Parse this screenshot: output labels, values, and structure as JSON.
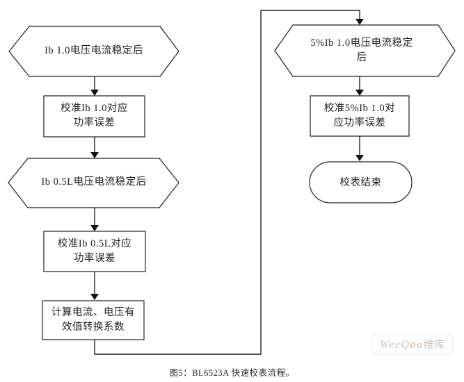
{
  "flowchart": {
    "left_column": {
      "hex_ib10": "Ib 1.0电压电流稳定后",
      "rect_cal_ib10": "校准Ib 1.0对应\n功率误差",
      "hex_ib05l": "Ib 0.5L电压电流稳定后",
      "rect_cal_ib05l": "校准Ib 0.5L对应\n功率误差",
      "rect_rms": "计算电流、电压有\n效值转换系数"
    },
    "right_column": {
      "hex_5pct_ib10": "5%Ib 1.0电压电流稳定\n后",
      "rect_cal_5pct": "校准5%Ib 1.0对\n应功率误差",
      "terminator_end": "校表结束"
    }
  },
  "caption": "图5：BL6523A 快速校表流程。",
  "watermark": {
    "part_latin": "WeeQ",
    "part_accent": "oo",
    "part_cjk": "维库"
  },
  "colors": {
    "line": "#1f1f1f",
    "text": "#1c1c1c",
    "shape_fill": "#ffffff",
    "watermark_gray": "#ccc5be",
    "watermark_accent": "#e3a288"
  }
}
